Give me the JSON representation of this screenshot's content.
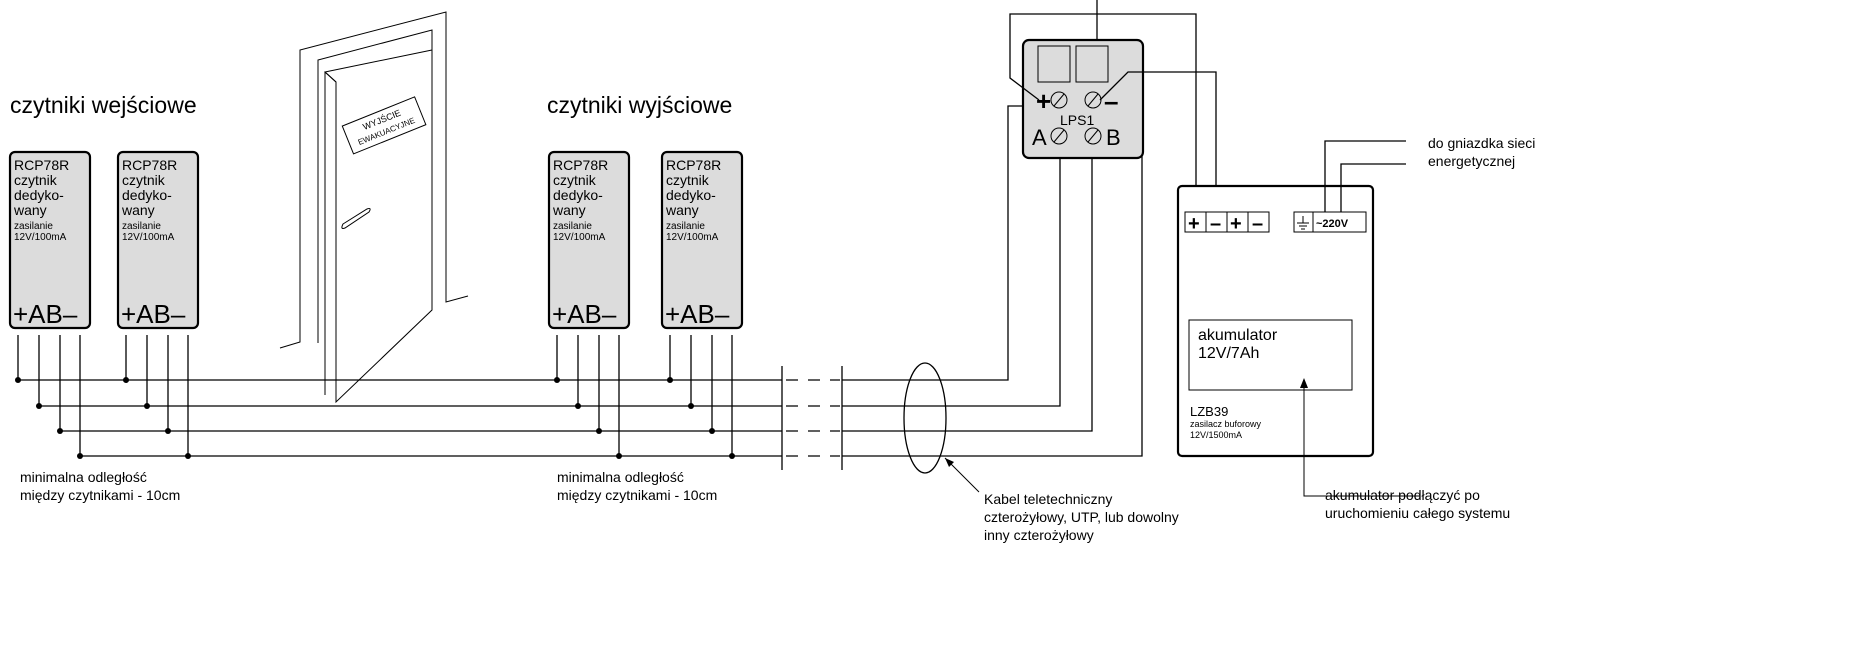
{
  "labels": {
    "entry_readers": "czytniki wejściowe",
    "exit_readers": "czytniki wyjściowe",
    "min_distance_1": "minimalna odległość",
    "min_distance_2": "między czytnikami - 10cm",
    "cable_1": "Kabel teletechniczny",
    "cable_2": "czterożyłowy, UTP, lub dowolny",
    "cable_3": "inny czterożyłowy",
    "mains_1": "do gniazdka sieci",
    "mains_2": "energetycznej",
    "battery_note_1": "akumulator podłączyć po",
    "battery_note_2": "uruchomieniu całego systemu",
    "door_sign_1": "WYJŚCIE",
    "door_sign_2": "EWAKUACYJNE"
  },
  "reader": {
    "model": "RCP78R",
    "line2": "czytnik",
    "line3": "dedyko-",
    "line4": "wany",
    "supply_1": "zasilanie",
    "supply_2": "12V/100mA",
    "terminals": "+AB–"
  },
  "lps": {
    "name": "LPS1",
    "plus": "+",
    "minus": "–",
    "a": "A",
    "b": "B"
  },
  "psu": {
    "terminal_plus": "+",
    "terminal_minus": "–",
    "mains_terminal": "~220V",
    "battery_1": "akumulator",
    "battery_2": "12V/7Ah",
    "model": "LZB39",
    "desc_1": "zasilacz buforowy",
    "desc_2": "12V/1500mA"
  }
}
